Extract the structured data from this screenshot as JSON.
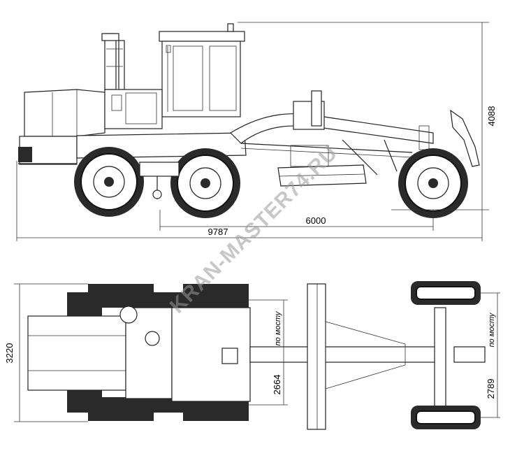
{
  "dimensions": {
    "overall_length": "9787",
    "wheelbase": "6000",
    "overall_height": "4088",
    "overall_width": "3220",
    "rear_track": "2664",
    "front_track": "2789"
  },
  "notes": {
    "rear_axle_note": "по мосту",
    "front_axle_note": "по мосту"
  },
  "watermark": "KRAN-MASTER74.RU"
}
